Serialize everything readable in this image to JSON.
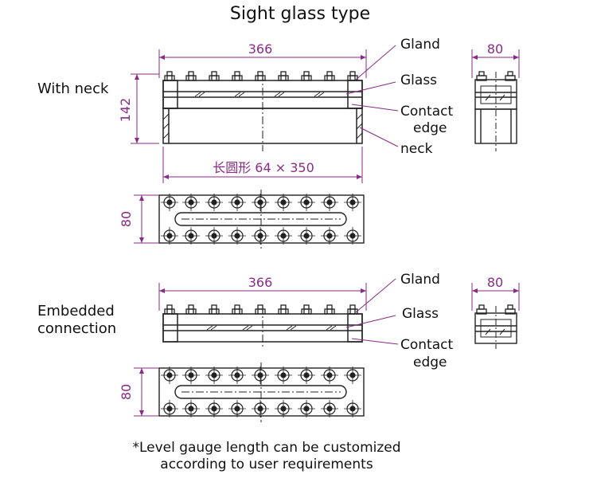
{
  "title": "Sight glass type",
  "sections": {
    "neck": {
      "heading": "With neck",
      "labels": {
        "gland": "Gland",
        "glass": "Glass",
        "contact_1": "Contact",
        "contact_2": "edge",
        "neck": "neck"
      },
      "dims": {
        "length": "366",
        "height": "142",
        "side_width": "80",
        "slot": "长圆形 64 × 350",
        "plan_height": "80"
      }
    },
    "embedded": {
      "heading_1": "Embedded",
      "heading_2": "connection",
      "labels": {
        "gland": "Gland",
        "glass": "Glass",
        "contact_1": "Contact",
        "contact_2": "edge"
      },
      "dims": {
        "length": "366",
        "side_width": "80",
        "plan_height": "80"
      }
    }
  },
  "footnote": {
    "line1": "*Level gauge length can be customized",
    "line2": "according to user requirements"
  },
  "colors": {
    "dimension": "#8a2b86",
    "line": "#222222"
  }
}
